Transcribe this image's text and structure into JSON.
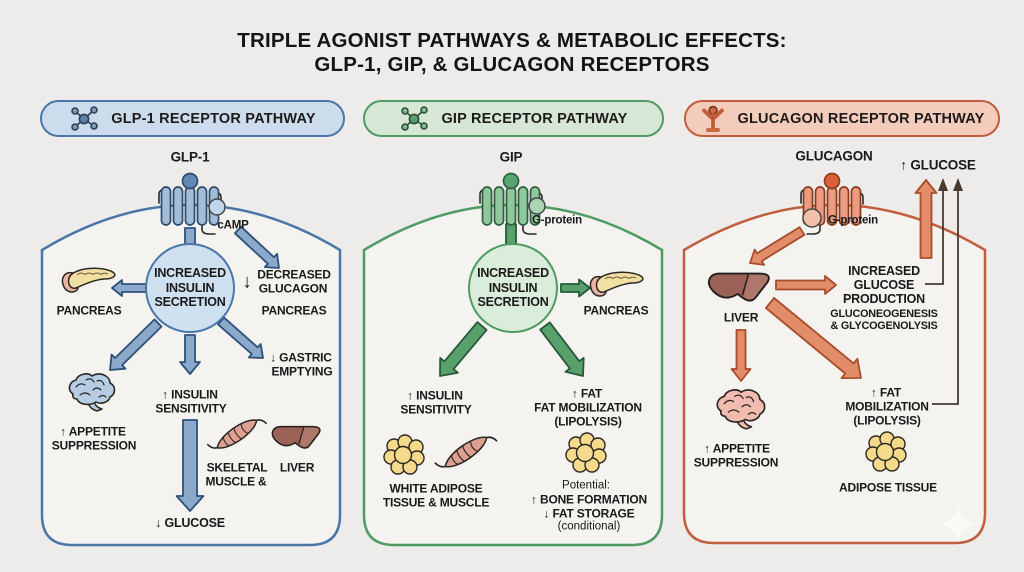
{
  "title": {
    "line1": "TRIPLE AGONIST PATHWAYS & METABOLIC EFFECTS:",
    "line2": "GLP-1, GIP, & GLUCAGON RECEPTORS"
  },
  "pills": [
    {
      "label": "GLP-1 RECEPTOR PATHWAY",
      "icon": "molecule-icon",
      "accent": "#4a76a8",
      "bg": "#cddcec"
    },
    {
      "label": "GIP RECEPTOR PATHWAY",
      "icon": "molecule-icon",
      "accent": "#4f9b63",
      "bg": "#d6e7d5"
    },
    {
      "label": "GLUCAGON RECEPTOR PATHWAY",
      "icon": "person-receptor-icon",
      "accent": "#c05e3e",
      "bg": "#f3ccbc"
    }
  ],
  "colors": {
    "background": "#edecea",
    "panel_fill": "#f4f3f0",
    "text": "#1b1918",
    "blue": "#4a76a8",
    "green": "#4f9b63",
    "orange": "#c05e3e",
    "arrow_blue": "#8aa9cb",
    "arrow_blue_stroke": "#2d5179",
    "arrow_green": "#58a06c",
    "arrow_green_stroke": "#265939",
    "arrow_orange": "#e28d6a",
    "arrow_orange_stroke": "#a94c2b",
    "thin_arrow": "#473a31"
  },
  "glp1": {
    "hormone": "GLP-1",
    "messenger": "cAMP",
    "hub": [
      "INCREASED",
      "INSULIN",
      "SECRETION"
    ],
    "pancreas": "PANCREAS",
    "decreased_arrow": "↓",
    "decreased1": "DECREASED",
    "decreased2": "GLUCAGON",
    "decreased_organ": "PANCREAS",
    "gastric1": "↓ GASTRIC",
    "gastric2": "EMPTYING",
    "sensitivity1": "↑ INSULIN",
    "sensitivity2": "SENSITIVITY",
    "appetite1": "↑ APPETITE",
    "appetite2": "SUPPRESSION",
    "muscle1": "SKELETAL",
    "muscle2": "MUSCLE &",
    "liver": "LIVER",
    "glucose": "↓ GLUCOSE"
  },
  "gip": {
    "hormone": "GIP",
    "messenger": "G-protein",
    "hub": [
      "INCREASED",
      "INSULIN",
      "SECRETION"
    ],
    "pancreas": "PANCREAS",
    "sensitivity1": "↑ INSULIN",
    "sensitivity2": "SENSITIVITY",
    "fat1": "↑ FAT",
    "fat2": "FAT MOBILIZATION",
    "fat3": "(LIPOLYSIS)",
    "adipose1": "WHITE ADIPOSE",
    "adipose2": "TISSUE & MUSCLE",
    "potential": "Potential:",
    "bone": "↑ BONE FORMATION",
    "fat_storage": "↓ FAT STORAGE",
    "conditional": "(conditional)"
  },
  "glucagon": {
    "hormone": "GLUCAGON",
    "messenger": "G-protein",
    "glucose": "↑ GLUCOSE",
    "liver": "LIVER",
    "production1": "INCREASED",
    "production2": "GLUCOSE",
    "production3": "PRODUCTION",
    "production4": "GLUCONEOGENESIS",
    "production5": "& GLYCOGENOLYSIS",
    "appetite1": "↑ APPETITE",
    "appetite2": "SUPPRESSION",
    "fat1": "↑ FAT",
    "fat2": "MOBILIZATION",
    "fat3": "(LIPOLYSIS)",
    "adipose": "ADIPOSE TISSUE"
  }
}
